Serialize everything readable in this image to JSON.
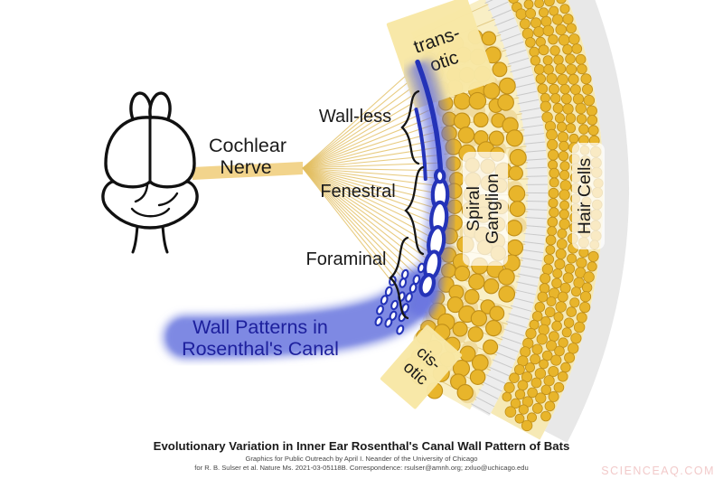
{
  "colors": {
    "gold_cell": "#e8b52b",
    "gold_cell_stroke": "#c08f18",
    "gold_ghost": "#f0db9e",
    "pale_gold_band": "#f9efc5",
    "pale_hair_band": "#f6e9b5",
    "gray_band": "#e8e8e8",
    "gray_gap": "#ededed",
    "gap_line": "#c9c9c9",
    "nerve_fill": "#f2d48c",
    "nerve_line": "rgba(226,190,96,0.8)",
    "canal_blue": "#2433b8",
    "band_lavender": "#7e89e3",
    "band_text_blue": "#1d209d",
    "label_box_yellow": "#f8e7a5",
    "ink": "#1a1a1a",
    "credit_gray": "#474747",
    "watermark_pink": "#f2caca"
  },
  "labels": {
    "cochlear_nerve_line1": "Cochlear",
    "cochlear_nerve_line2": "Nerve",
    "wall_less": "Wall-less",
    "fenestral": "Fenestral",
    "foraminal": "Foraminal",
    "trans_otic_line1": "trans-",
    "trans_otic_line2": "otic",
    "cis_otic_line1": "cis-",
    "cis_otic_line2": "otic",
    "spiral_ganglion_line1": "Spiral",
    "spiral_ganglion_line2": "Ganglion",
    "hair_cells": "Hair Cells",
    "wall_patterns_line1": "Wall Patterns in",
    "wall_patterns_line2": "Rosenthal's Canal"
  },
  "footer": {
    "title": "Evolutionary Variation in Inner Ear Rosenthal's Canal Wall Pattern of Bats",
    "credit_line1": "Graphics for Public Outreach by April I. Neander of the University of Chicago",
    "credit_line2": "for R. B. Sulser et al. Nature Ms. 2021-03-05118B. Correspondence: rsulser@amnh.org; zxluo@uchicago.edu",
    "watermark": "SCIENCEAQ.COM"
  }
}
